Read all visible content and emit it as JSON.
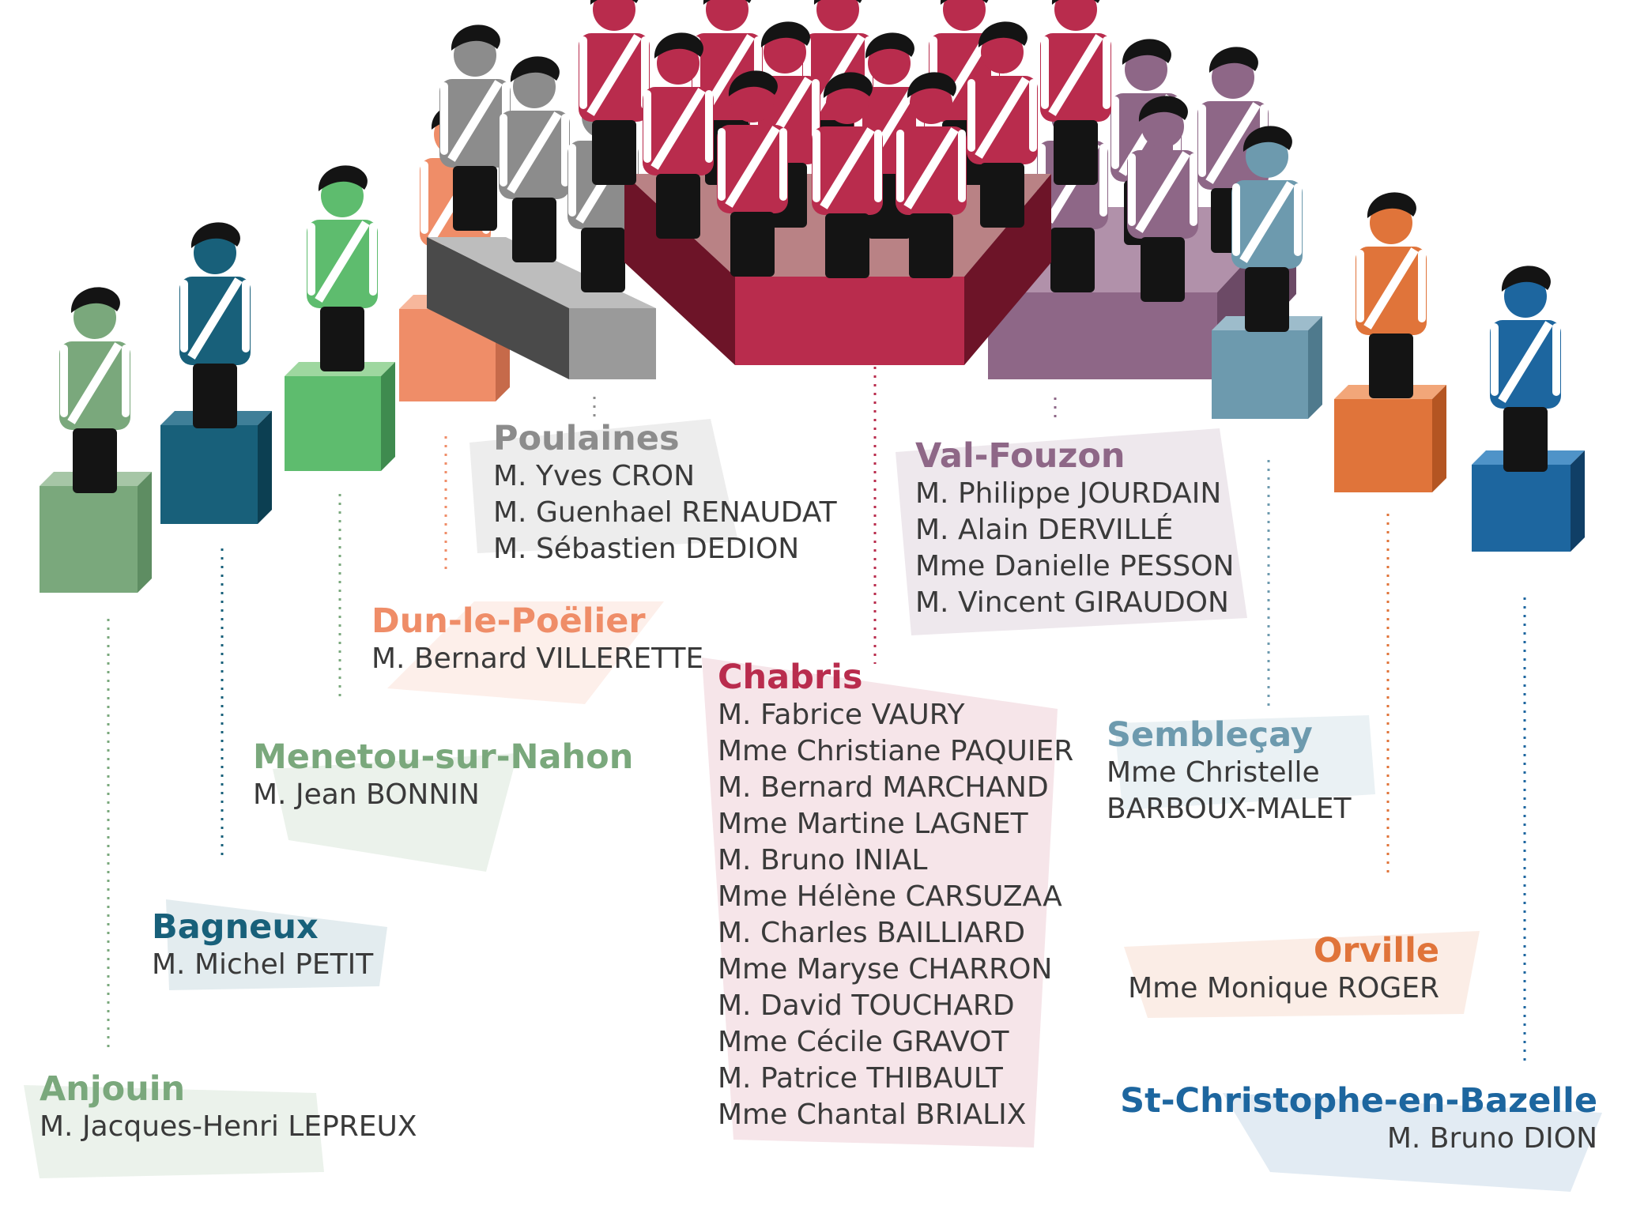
{
  "groups": {
    "anjouin": {
      "title": "Anjouin",
      "color": "#7aa87c",
      "members": [
        "M. Jacques-Henri LEPREUX"
      ]
    },
    "bagneux": {
      "title": "Bagneux",
      "color": "#18607a",
      "members": [
        "M. Michel PETIT"
      ]
    },
    "menetou": {
      "title": "Menetou-sur-Nahon",
      "color": "#7aa87c",
      "members": [
        "M. Jean BONNIN"
      ]
    },
    "dun": {
      "title": "Dun-le-Poëlier",
      "color": "#ef8d68",
      "members": [
        "M. Bernard VILLERETTE"
      ]
    },
    "poulaines": {
      "title": "Poulaines",
      "color": "#8c8c8c",
      "members": [
        "M. Yves CRON",
        "M. Guenhael RENAUDAT",
        "M. Sébastien DEDION"
      ]
    },
    "chabris": {
      "title": "Chabris",
      "color": "#b92c4d",
      "members": [
        "M. Fabrice VAURY",
        "Mme Christiane PAQUIER",
        "M. Bernard MARCHAND",
        "Mme Martine LAGNET",
        "M. Bruno INIAL",
        "Mme Hélène CARSUZAA",
        "M. Charles BAILLIARD",
        "Mme Maryse CHARRON",
        "M. David TOUCHARD",
        "Mme Cécile GRAVOT",
        "M. Patrice THIBAULT",
        "Mme Chantal BRIALIX"
      ]
    },
    "valfouzon": {
      "title": "Val-Fouzon",
      "color": "#8e6787",
      "members": [
        "M. Philippe JOURDAIN",
        "M. Alain DERVILLÉ",
        "Mme Danielle PESSON",
        "M. Vincent GIRAUDON"
      ]
    },
    "semblecay": {
      "title": "Sembleçay",
      "color": "#6d9aae",
      "members": [
        "Mme Christelle",
        "BARBOUX-MALET"
      ]
    },
    "orville": {
      "title": "Orville",
      "color": "#e0743a",
      "members": [
        "Mme Monique ROGER"
      ]
    },
    "stchristophe": {
      "title": "St-Christophe-en-Bazelle",
      "color": "#1d669f",
      "members": [
        "M. Bruno DION"
      ]
    }
  }
}
